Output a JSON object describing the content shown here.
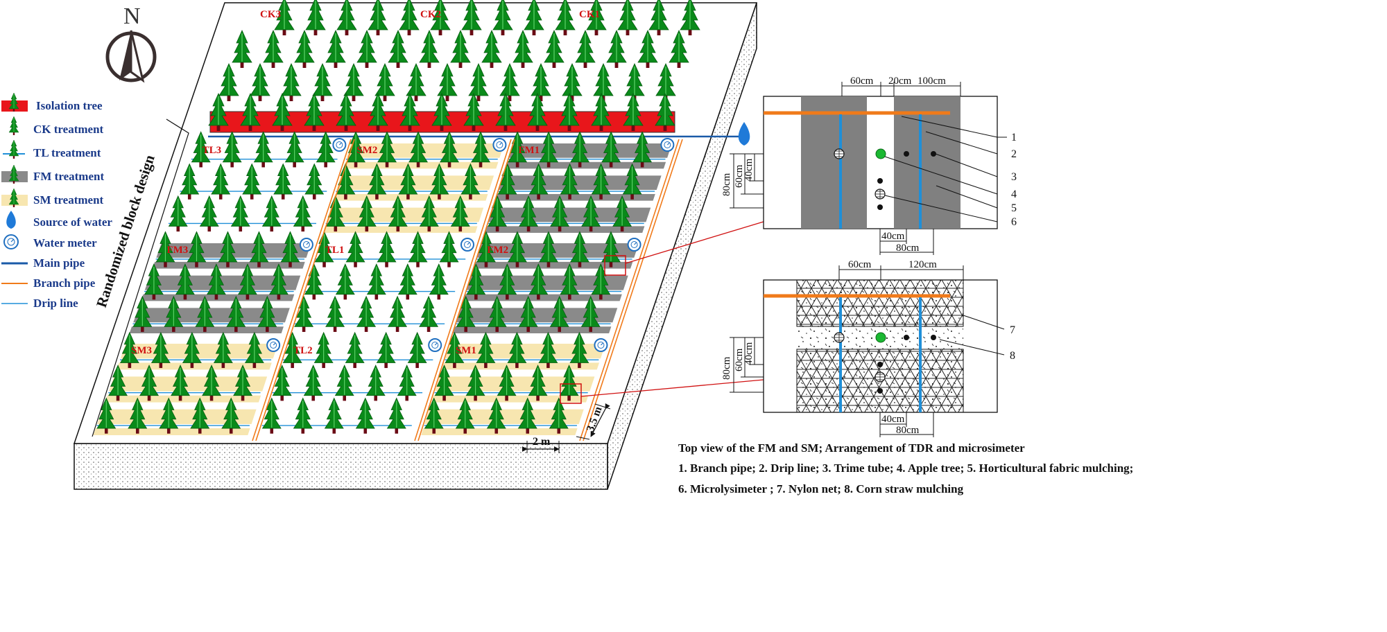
{
  "north_label": "N",
  "legend": [
    {
      "key": "isolation",
      "label": "Isolation tree"
    },
    {
      "key": "ck",
      "label": "CK treatment"
    },
    {
      "key": "tl",
      "label": "TL treatment"
    },
    {
      "key": "fm",
      "label": "FM treatment"
    },
    {
      "key": "sm",
      "label": "SM treatment"
    },
    {
      "key": "water_source",
      "label": "Source of water"
    },
    {
      "key": "water_meter",
      "label": "Water meter"
    },
    {
      "key": "main_pipe",
      "label": "Main pipe"
    },
    {
      "key": "branch_pipe",
      "label": "Branch pipe"
    },
    {
      "key": "drip_line",
      "label": "Drip line"
    }
  ],
  "design_label": "Randomized block design",
  "ck_labels": [
    "CK3",
    "CK2",
    "CK1"
  ],
  "plot_labels": {
    "r0": [
      "TL3",
      "SM2",
      "FM1"
    ],
    "r1": [
      "FM3",
      "TL1",
      "FM2"
    ],
    "r2": [
      "SM3",
      "TL2",
      "SM1"
    ]
  },
  "scale_labels": {
    "width": "2 m",
    "depth": "3.5 m"
  },
  "detail_top": {
    "dims_top": [
      "60cm",
      "20cm",
      "100cm"
    ],
    "dims_left": [
      "80cm",
      "60cm",
      "40cm"
    ],
    "dims_bottom": [
      "40cm",
      "80cm"
    ],
    "numbers": [
      "1",
      "2",
      "3",
      "4",
      "5",
      "6"
    ]
  },
  "detail_bottom": {
    "dims_top": [
      "60cm",
      "120cm"
    ],
    "dims_left": [
      "80cm",
      "60cm",
      "40cm"
    ],
    "dims_bottom": [
      "40cm",
      "80cm"
    ],
    "numbers": [
      "7",
      "8"
    ]
  },
  "caption": {
    "title": "Top view of the FM and SM; Arrangement of TDR and microsimeter",
    "line1": "1. Branch pipe;  2. Drip line;  3. Trime tube;  4. Apple tree; 5. Horticultural fabric mulching;",
    "line2": "6. Microlysimeter ; 7. Nylon net; 8. Corn straw mulching"
  },
  "colors": {
    "tree": "#0a8a1a",
    "trunk": "#6a0a14",
    "isolation_band": "#e8161b",
    "fm_band": "#8a8a8a",
    "sm_band": "#f7e6b0",
    "drip_line": "#1f8fd8",
    "main_pipe": "#1a5aa8",
    "branch_pipe": "#f07a1a",
    "plot_label": "#d01010",
    "legend_text": "#1a3a8a"
  }
}
